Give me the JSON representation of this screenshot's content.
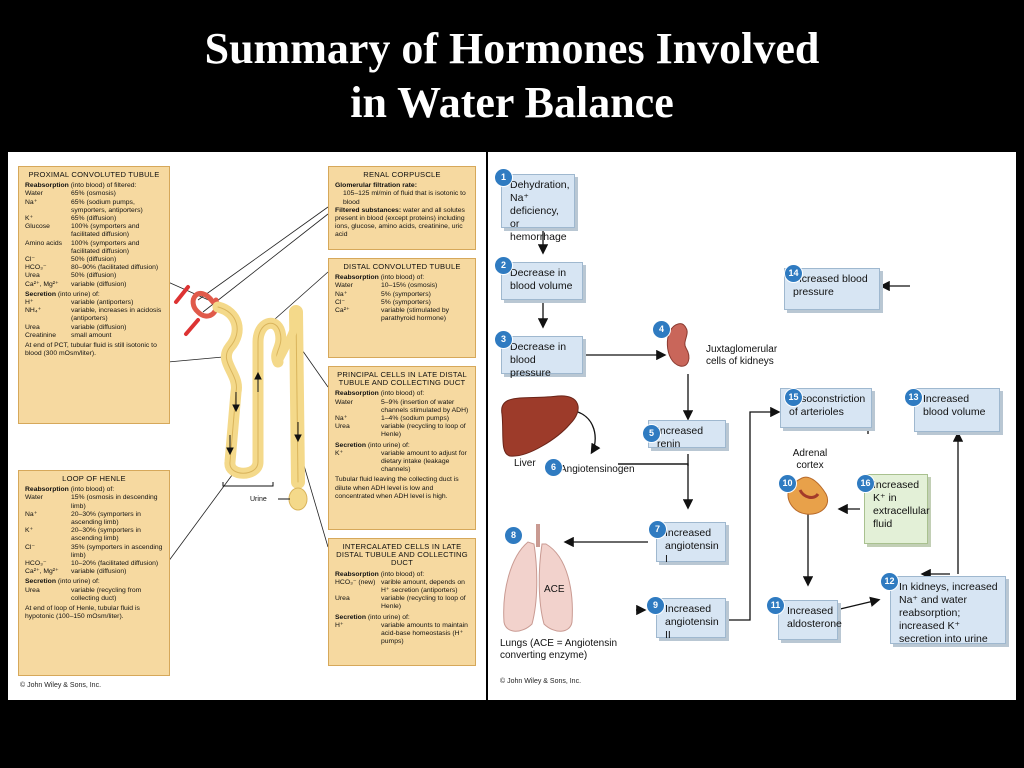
{
  "title_line1": "Summary of Hormones Involved",
  "title_line2": "in Water Balance",
  "left": {
    "pct": {
      "heading": "PROXIMAL CONVOLUTED TUBULE",
      "reab_head": "Reabsorption",
      "reab_tail": " (into blood) of filtered:",
      "rows": [
        {
          "k": "Water",
          "v": "65% (osmosis)"
        },
        {
          "k": "Na⁺",
          "v": "65% (sodium pumps, symporters, antiporters)"
        },
        {
          "k": "K⁺",
          "v": "65% (diffusion)"
        },
        {
          "k": "Glucose",
          "v": "100% (symporters and facilitated diffusion)"
        },
        {
          "k": "Amino acids",
          "v": "100% (symporters and facilitated diffusion)"
        },
        {
          "k": "Cl⁻",
          "v": "50% (diffusion)"
        },
        {
          "k": "HCO₃⁻",
          "v": "80–90% (facilitated diffusion)"
        },
        {
          "k": "Urea",
          "v": "50% (diffusion)"
        },
        {
          "k": "Ca²⁺, Mg²⁺",
          "v": "variable (diffusion)"
        }
      ],
      "sec_head": "Secretion",
      "sec_tail": " (into urine) of:",
      "sec_rows": [
        {
          "k": "H⁺",
          "v": "variable (antiporters)"
        },
        {
          "k": "NH₄⁺",
          "v": "variable, increases in acidosis (antiporters)"
        },
        {
          "k": "Urea",
          "v": "variable (diffusion)"
        },
        {
          "k": "Creatinine",
          "v": "small amount"
        }
      ],
      "note": "At end of PCT, tubular fluid is still isotonic to blood (300 mOsm/liter)."
    },
    "loop": {
      "heading": "LOOP OF HENLE",
      "reab_head": "Reabsorption",
      "reab_tail": " (into blood) of:",
      "rows": [
        {
          "k": "Water",
          "v": "15% (osmosis in descending limb)"
        },
        {
          "k": "Na⁺",
          "v": "20–30% (symporters in ascending limb)"
        },
        {
          "k": "K⁺",
          "v": "20–30% (symporters in ascending limb)"
        },
        {
          "k": "Cl⁻",
          "v": "35% (symporters in ascending limb)"
        },
        {
          "k": "HCO₃⁻",
          "v": "10–20% (facilitated diffusion)"
        },
        {
          "k": "Ca²⁺, Mg²⁺",
          "v": "variable (diffusion)"
        }
      ],
      "sec_head": "Secretion",
      "sec_tail": " (into urine) of:",
      "sec_rows": [
        {
          "k": "Urea",
          "v": "variable (recycling from collecting duct)"
        }
      ],
      "note": "At end of loop of Henle, tubular fluid is hypotonic (100–150 mOsm/liter)."
    },
    "renal": {
      "heading": "RENAL CORPUSCLE",
      "gfr_head": "Glomerular filtration rate:",
      "gfr_text": "105–125 ml/min of fluid that is isotonic to blood",
      "filt_head": "Filtered substances:",
      "filt_text": " water and all solutes present in blood (except proteins) including ions, glucose, amino acids, creatinine, uric acid"
    },
    "dct": {
      "heading": "DISTAL CONVOLUTED TUBULE",
      "reab_head": "Reabsorption",
      "reab_tail": " (into blood) of:",
      "rows": [
        {
          "k": "Water",
          "v": "10–15% (osmosis)"
        },
        {
          "k": "Na⁺",
          "v": "5% (symporters)"
        },
        {
          "k": "Cl⁻",
          "v": "5% (symporters)"
        },
        {
          "k": "Ca²⁺",
          "v": "variable (stimulated by parathyroid hormone)"
        }
      ]
    },
    "principal": {
      "heading": "PRINCIPAL CELLS IN LATE DISTAL TUBULE AND COLLECTING DUCT",
      "reab_head": "Reabsorption",
      "reab_tail": " (into blood) of:",
      "rows": [
        {
          "k": "Water",
          "v": "5–9% (insertion of water channels stimulated by ADH)"
        },
        {
          "k": "Na⁺",
          "v": "1–4% (sodium pumps)"
        },
        {
          "k": "Urea",
          "v": "variable (recycling to loop of Henle)"
        }
      ],
      "sec_head": "Secretion",
      "sec_tail": " (into urine) of:",
      "sec_rows": [
        {
          "k": "K⁺",
          "v": "variable amount to adjust for dietary intake (leakage channels)"
        }
      ],
      "note": "Tubular fluid leaving the collecting duct is dilute when ADH level is low and concentrated when ADH level is high."
    },
    "intercalated": {
      "heading": "INTERCALATED CELLS IN LATE DISTAL TUBULE AND COLLECTING DUCT",
      "reab_head": "Reabsorption",
      "reab_tail": " (into blood) of:",
      "rows": [
        {
          "k": "HCO₃⁻ (new)",
          "v": "varible amount, depends on H⁺ secretion (antiporters)"
        },
        {
          "k": "Urea",
          "v": "variable (recycling to loop of Henle)"
        }
      ],
      "sec_head": "Secretion",
      "sec_tail": " (into urine) of:",
      "sec_rows": [
        {
          "k": "H⁺",
          "v": "variable amounts to maintain acid-base homeostasis (H⁺ pumps)"
        }
      ]
    },
    "urine_label": "Urine",
    "copyright": "© John Wiley & Sons, Inc."
  },
  "right": {
    "steps": {
      "s1": {
        "n": "1",
        "text": "Dehydration, Na⁺ deficiency, or hemorrhage"
      },
      "s2": {
        "n": "2",
        "text": "Decrease in blood volume"
      },
      "s3": {
        "n": "3",
        "text": "Decrease in blood pressure"
      },
      "s4": {
        "n": "4",
        "text": "Juxtaglomerular cells of kidneys"
      },
      "s5": {
        "n": "5",
        "text": "Increased renin"
      },
      "s6": {
        "n": "6",
        "text": "Angiotensinogen"
      },
      "s7": {
        "n": "7",
        "text": "Increased angiotensin I"
      },
      "s8": {
        "n": "8"
      },
      "s9": {
        "n": "9",
        "text": "Increased angiotensin II"
      },
      "s10": {
        "n": "10"
      },
      "s11": {
        "n": "11",
        "text": "Increased aldosterone"
      },
      "s12": {
        "n": "12",
        "text": "In kidneys, increased Na⁺ and water reabsorption; increased K⁺ secretion into urine"
      },
      "s13": {
        "n": "13",
        "text": "Increased blood volume"
      },
      "s14": {
        "n": "14",
        "text": "Increased blood pressure"
      },
      "s15": {
        "n": "15",
        "text": "Vasoconstriction of arterioles"
      },
      "s16": {
        "n": "16",
        "text": "Increased K⁺ in extracellular fluid"
      }
    },
    "liver_label": "Liver",
    "adrenal_label": "Adrenal cortex",
    "ace_label": "ACE",
    "lungs_label": "Lungs (ACE = Angiotensin converting enzyme)",
    "copyright": "© John Wiley & Sons, Inc."
  }
}
